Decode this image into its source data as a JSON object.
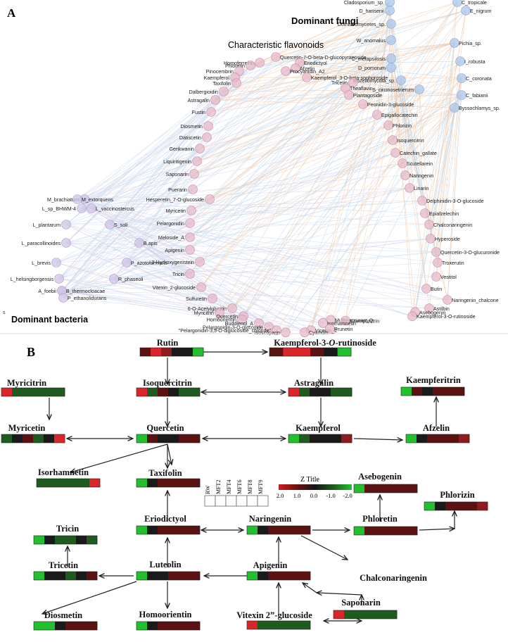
{
  "panel_a": {
    "panel_label": "A",
    "group_labels": {
      "fungi": "Dominant fungi",
      "flavonoids": "Characteristic flavonoids",
      "bacteria": "Dominant bacteria"
    },
    "fungi": [
      "Cladosporium_sp.",
      "C_tropicale",
      "D_hansenii",
      "E_nigrum",
      "Dothideomycetes_sp.",
      "Pichia_sp.",
      "W_anomalus",
      "I_robusta",
      "C_metapsilosis",
      "D_pomorum",
      "C_coronata",
      "Rozellomycota_sp.",
      "C_fabianii",
      "S_circinosetrierum",
      "Byssochlamys_sp."
    ],
    "bacteria": [
      "M_brachiatum",
      "M_extorquens",
      "L_sp_BHWM-4",
      "L_vaccinostercus",
      "L_plantarum",
      "S_soli",
      "L_paracollinoides",
      "B.apis",
      "L_brevis",
      "P_azotoformans",
      "L_helsingborgensis",
      "R_phaseoli",
      "A_foebii",
      "B_thermocloacae",
      "P_ethanolidurans"
    ],
    "flavonoids": [
      "Quercetin-7-O-beta-D-glucopyranoside",
      "Homoferreirin",
      "Eriodictyol",
      "Phloretin",
      "Afzelin",
      "Procyanidin_A2",
      "Pinocembrin",
      "Kaempferol",
      "Kaempferol_3-O-beta-sophoroside",
      "Tricetin",
      "Taxifolin",
      "Theaflavin",
      "Dalbergioidin",
      "Plantagoside",
      "Astragalin",
      "Peonidin-3-glucoside",
      "Fustin",
      "Epigallocatechin",
      "Diosmetin",
      "Phlorizin",
      "Datiscetin",
      "Isoquercitrin",
      "Genkwanin",
      "Catechin_gallate",
      "Liquiritigenin",
      "Scutellarein",
      "Saponarin",
      "Naringenin",
      "Puerarin",
      "Linarin",
      "Hesperetin_7-O-glucoside",
      "Delphinidin-3-O-glucoside",
      "Myricetin",
      "Epiafzelechin",
      "Pelargonidin",
      "Chalconaringenin",
      "Meloside_A",
      "Hyperoside",
      "Apigenin",
      "Quercetin-3-O-glucuronide",
      "2-Hydroxygenistein",
      "Troxerutin",
      "Tricin",
      "Vestitol",
      "Vitexin_2-glucoside",
      "Butin",
      "Sulfuretin",
      "Naringenin_chalcone",
      "6-O-Acetylglycitin",
      "Astilbin",
      "Myricitrin",
      "Asebogenin",
      "Quercetin",
      "Kaempferol-3-O-rutinoside",
      "Homoorientin",
      "Mulberroruran_Q",
      "Buddlenol_A",
      "Kaempferitrin",
      "Pelargonidin-3-O-glucoside",
      "Isorhamnetin",
      "\"Pelargonidin-3,5-O-diglucoside_chloride\"",
      "Vicenin_2",
      "Prunetin",
      "Isoscoparin",
      "Cyanidin"
    ],
    "stray_mark": "s"
  },
  "panel_b": {
    "panel_label": "B",
    "nodes": [
      {
        "id": "rutin",
        "label": "Rutin"
      },
      {
        "id": "k3r",
        "label_main": "Kaempferol-3-",
        "label_ital": "O",
        "label_tail": "-rutinoside"
      },
      {
        "id": "myricitrin",
        "label": "Myricitrin"
      },
      {
        "id": "isoquercitrin",
        "label": "Isoquercitrin"
      },
      {
        "id": "astragalin",
        "label": "Astragalin"
      },
      {
        "id": "kaempferitrin",
        "label": "Kaempferitrin"
      },
      {
        "id": "myricetin",
        "label": "Myricetin"
      },
      {
        "id": "quercetin",
        "label": "Quercetin"
      },
      {
        "id": "kaempferol",
        "label": "Kaempferol"
      },
      {
        "id": "afzelin",
        "label": "Afzelin"
      },
      {
        "id": "isorhamnetin",
        "label": "Isorhamnetin"
      },
      {
        "id": "taxifolin",
        "label": "Taxifolin"
      },
      {
        "id": "asebogenin",
        "label": "Asebogenin"
      },
      {
        "id": "phlorizin",
        "label": "Phlorizin"
      },
      {
        "id": "tricin",
        "label": "Tricin"
      },
      {
        "id": "eriodictyol",
        "label": "Eriodictyol"
      },
      {
        "id": "naringenin",
        "label": "Naringenin"
      },
      {
        "id": "phloretin",
        "label": "Phloretin"
      },
      {
        "id": "tricetin",
        "label": "Tricetin"
      },
      {
        "id": "luteolin",
        "label": "Luteolin"
      },
      {
        "id": "apigenin",
        "label": "Apigenin"
      },
      {
        "id": "chalconaringenin",
        "label": "Chalconaringenin"
      },
      {
        "id": "saponarin",
        "label": "Saponarin"
      },
      {
        "id": "diosmetin",
        "label": "Diosmetin"
      },
      {
        "id": "homoorientin",
        "label": "Homoorientin"
      },
      {
        "id": "vitexin",
        "label": "Vitexin 2”-glucoside"
      }
    ],
    "column_legend": [
      "RW",
      "MFT2",
      "MFT4",
      "MFT6",
      "MFT8",
      "MFT9"
    ],
    "scale": {
      "title": "Z Title",
      "ticks": [
        "2.0",
        "1.0",
        "0.0",
        "-1.0",
        "-2.0"
      ]
    },
    "colors": {
      "high": "#d8262a",
      "mid_high": "#7a1414",
      "zero": "#1a1a1a",
      "mid_low": "#1c5c1c",
      "low": "#22c02e"
    }
  }
}
